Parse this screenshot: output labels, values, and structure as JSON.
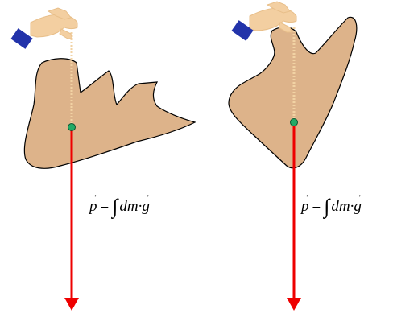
{
  "colors": {
    "body_fill": "#ddb38a",
    "body_stroke": "#000000",
    "weight_arrow": "#ee0000",
    "centroid_fill": "#22aa66",
    "string": "#f2d3a4",
    "hand_fill": "#f3cfa1",
    "sleeve": "#2233aa",
    "background": "#ffffff"
  },
  "icons": [
    "hand-icon",
    "sleeve-cuff-icon"
  ],
  "panels": [
    {
      "formula": {
        "vector": "p",
        "equals": "=",
        "integral": "∫",
        "term": "dm",
        "dot": "·",
        "vector_g": "g"
      }
    },
    {
      "formula": {
        "vector": "p",
        "equals": "=",
        "integral": "∫",
        "term": "dm",
        "dot": "·",
        "vector_g": "g"
      }
    }
  ]
}
